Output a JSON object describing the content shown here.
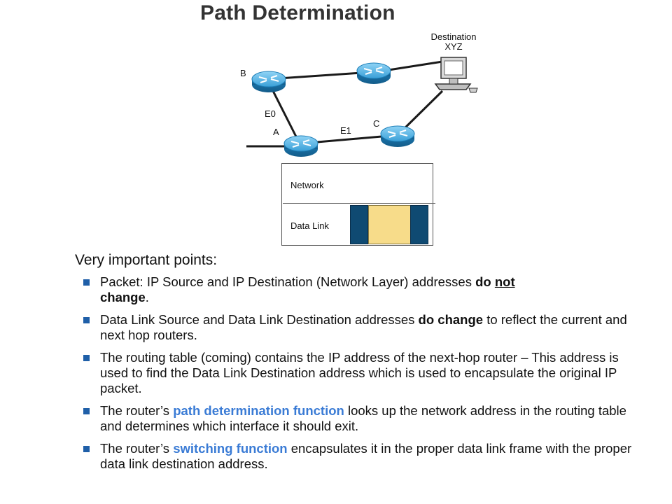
{
  "title": "Path Determination",
  "diagram": {
    "router_labels": {
      "b": "B",
      "a": "A",
      "c": "C"
    },
    "interface_labels": {
      "e0": "E0",
      "e1": "E1"
    },
    "destination": {
      "line1": "Destination",
      "line2": "XYZ"
    },
    "layers": {
      "network": "Network",
      "data_link": "Data Link"
    },
    "colors": {
      "router_blue": "#3aa0d8",
      "frame_header": "#0f4a72",
      "frame_payload": "#f7dc8a"
    }
  },
  "notes": {
    "intro": "Very important points:",
    "b1": {
      "pre": "Packet: IP Source and IP Destination (Network Layer) addresses ",
      "bold1": "do ",
      "bold_u": "not",
      "br": "",
      "bold2": "change",
      "post": "."
    },
    "b2": {
      "pre": "Data Link Source and Data Link Destination addresses ",
      "bold": "do change",
      "post": " to reflect the current and next hop routers."
    },
    "b3": {
      "text": "The routing table (coming) contains the IP address of the next-hop router – This address is used to find the Data Link Destination address  which is used to encapsulate the original IP packet."
    },
    "b4": {
      "pre": "The router’s ",
      "highlight": "path determination function",
      "post": " looks up the network address in the routing table and determines which interface it should exit."
    },
    "b5": {
      "pre": "The router’s ",
      "highlight": "switching function",
      "post": " encapsulates it in the proper data link frame with the proper data link destination address."
    },
    "accent_color": "#3a7bd5",
    "bullet_color": "#1f5fa8"
  }
}
